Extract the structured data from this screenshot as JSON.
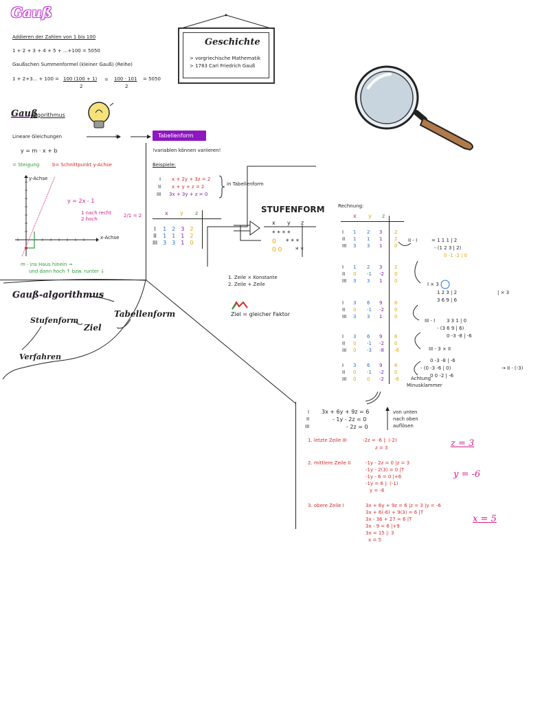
{
  "title": "Gauß",
  "intro": {
    "heading": "Addieren der Zahlen von 1 bis 100",
    "sum_line": "1 + 2 + 3 + 4 + 5 + ...+100 = 5050",
    "formula_title": "Gaußschen Summenformel (kleiner Gauß) (Reihe)",
    "formula_left": "1 + 2+3... + 100 =",
    "formula_num": "100 (100 + 1)",
    "formula_den": "2",
    "formula_eq": "=",
    "formula_num2": "100 · 101",
    "formula_den2": "2",
    "formula_res": "= 5050"
  },
  "history": {
    "title": "Geschichte",
    "line1": "> vorgriechische Mathematik",
    "line2": "> 1783 Carl Friedrich Gauß"
  },
  "algo": {
    "heading_a": "Gauß",
    "heading_b": "-algorithmus",
    "linear": "Lineare Gleichungen",
    "in": "in",
    "table_button": "Tabellenform",
    "variables_note": "!variablen können variieren!",
    "examples": "Beispiele:",
    "eq1": "x + 2y + 3z = 2",
    "eq2": "x + y + z = 2",
    "eq3": "3x + 3y + z = 0",
    "roman1": "I",
    "roman2": "II",
    "roman3": "III",
    "in_table": "in Tabellenform",
    "linear_func": "y = m · x + b",
    "slope": "= Steigung",
    "intercept": "b= Schnittpunkt y-Achse",
    "yaxis": "y-Achse",
    "xaxis": "x-Achse",
    "func_label": "y = 2x - 1",
    "step1": "1 nach recht",
    "step2": "2 hoch",
    "frac": "2/1 = 2",
    "house1": "m - ins Haus hinein →",
    "house2": "und dann hoch ↑ bzw. runter ↓"
  },
  "mindmap": {
    "center": "Gauß-algorithmus",
    "tabellenform": "Tabellenform",
    "ziel": "Ziel",
    "stufenform": "Stufenform",
    "verfahren": "Verfahren"
  },
  "stufenform": {
    "title": "STUFENFORM",
    "rule1": "1. Zeile × Konstante",
    "rule2": "2. Zeile + Zeile",
    "goal": "Ziel = gleicher Faktor",
    "headers": [
      "x",
      "y",
      "z"
    ]
  },
  "tabellen": {
    "headers": [
      "x",
      "y",
      "z"
    ],
    "rows": [
      [
        "I",
        "1",
        "2",
        "3",
        "2"
      ],
      [
        "II",
        "1",
        "1",
        "1",
        "2"
      ],
      [
        "III",
        "3",
        "3",
        "1",
        "0"
      ]
    ]
  },
  "rechnung": {
    "title": "Rechnung:",
    "headers": [
      "x",
      "y",
      "z"
    ],
    "blocks": [
      [
        [
          "I",
          "1",
          "2",
          "3",
          "2"
        ],
        [
          "II",
          "1",
          "1",
          "1",
          "2"
        ],
        [
          "III",
          "3",
          "3",
          "1",
          "0"
        ]
      ],
      [
        [
          "I",
          "1",
          "2",
          "3",
          "2"
        ],
        [
          "II",
          "0",
          "-1",
          "-2",
          "0"
        ],
        [
          "III",
          "3",
          "3",
          "1",
          "0"
        ]
      ],
      [
        [
          "I",
          "3",
          "6",
          "9",
          "6"
        ],
        [
          "II",
          "0",
          "-1",
          "-2",
          "0"
        ],
        [
          "III",
          "3",
          "3",
          "1",
          "0"
        ]
      ],
      [
        [
          "I",
          "3",
          "6",
          "9",
          "6"
        ],
        [
          "II",
          "0",
          "-1",
          "-2",
          "0"
        ],
        [
          "III",
          "0",
          "-3",
          "-8",
          "-6"
        ]
      ],
      [
        [
          "I",
          "3",
          "6",
          "9",
          "6"
        ],
        [
          "II",
          "0",
          "-1",
          "-2",
          "0"
        ],
        [
          "III",
          "0",
          "0",
          "-2",
          "-6"
        ]
      ]
    ],
    "side1_label": "II - I",
    "side1_a": "= 1 1 1 | 2",
    "side1_b": "- (1 2 3 | 2)",
    "side1_c": "0 -1 -2 | 0",
    "side2_label": "I × 3",
    "side2_a": "1 2 3 | 2",
    "side2_b": "3 6 9 | 6",
    "side2_mult": "| × 3",
    "side3_label": "III - I",
    "side3_a": "3 3 1 | 0",
    "side3_b": "- (3 6 9 | 6)",
    "side3_c": "0 -3 -8 | -6",
    "side4_label": "III - 3 × II",
    "side5_a": "0 -3 -8 | -6",
    "side5_b": "- (0 -3 -6 | 0)",
    "side5_c": "0 0 -2 | -6",
    "side5_note": "→ II · (-3)",
    "warning1": "Achtung",
    "warning2": "Minusklammer"
  },
  "solve": {
    "eq1": "3x + 6y + 9z = 6",
    "eq2": "- 1y - 2z = 0",
    "eq3": "- 2z = 0",
    "dir1": "von unten",
    "dir2": "nach oben",
    "dir3": "auflösen",
    "step1_label": "1. letzte Zeile III",
    "step1_a": "-2z = -6  |: (-2)",
    "step1_b": "z = 3",
    "step1_res": "z = 3",
    "step2_label": "2. mittlere Zeile II",
    "step2_a": "-1y - 2z = 0   |z = 3",
    "step2_b": "-1y - 2(3) = 0   |T",
    "step2_c": "-1y - 6 = 0   |+6",
    "step2_d": "-1y = 6   |: (-1)",
    "step2_e": "y = -6",
    "step2_res": "y = -6",
    "step3_label": "3. obere Zeile I",
    "step3_a": "3x + 6y + 9z = 6   |z = 3 |y = -6",
    "step3_b": "3x + 6(-6) + 9(3) = 6   |T",
    "step3_c": "3x - 36 + 27 = 6   |T",
    "step3_d": "3x - 9 = 6   |+9",
    "step3_e": "3x = 15   |: 3",
    "step3_f": "x = 5",
    "step3_res": "x = 5"
  }
}
